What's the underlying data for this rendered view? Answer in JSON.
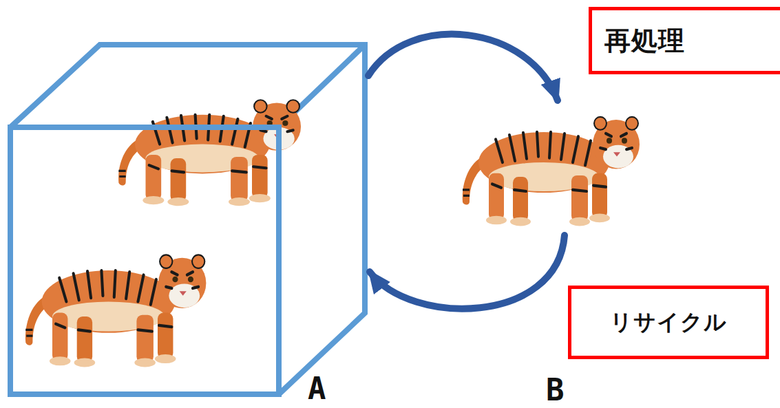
{
  "diagram": {
    "nodes": [
      {
        "text": [
          "A"
        ]
      },
      {
        "text": [
          "再処理"
        ]
      },
      {
        "text": [
          "B"
        ]
      },
      {
        "text": [
          "リサイクル"
        ]
      }
    ],
    "edges": [
      {
        "from": 0,
        "to": 2,
        "arrow": "to"
      },
      {
        "from": 2,
        "to": 0,
        "arrow": "to"
      }
    ]
  }
}
